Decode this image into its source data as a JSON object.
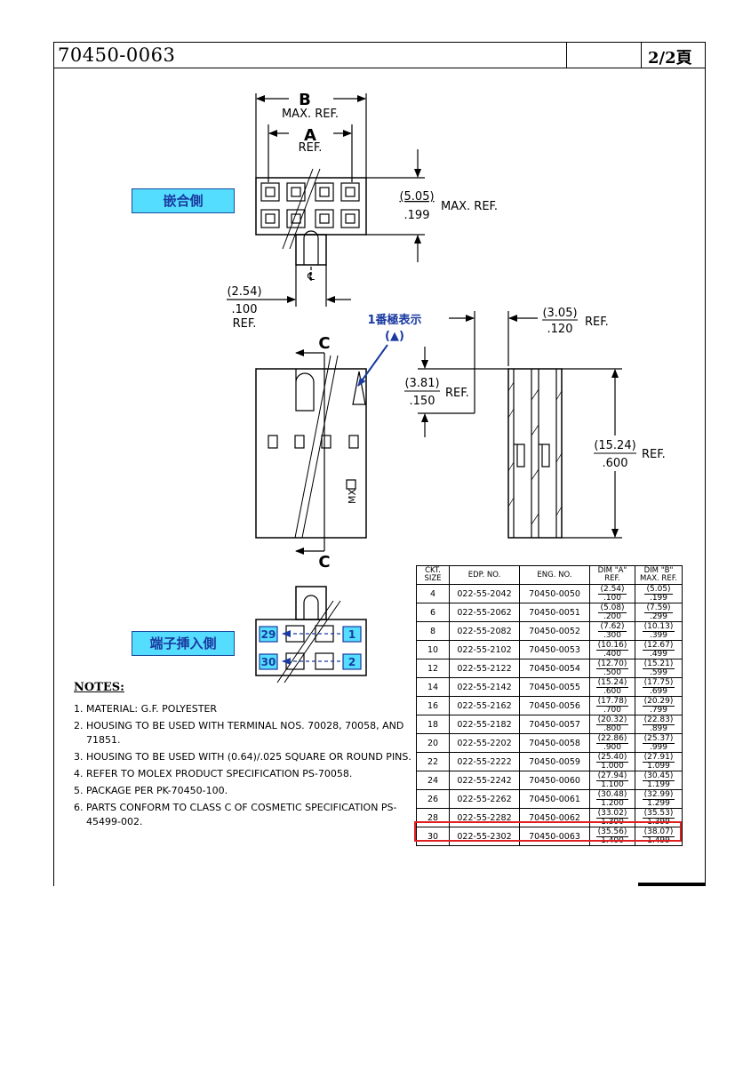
{
  "title": "70450-0063",
  "page_no": "2/2頁",
  "labels": {
    "mating_side": "嵌合側",
    "terminal_side": "端子挿入側",
    "pin1_line1": "1番極表示",
    "pin1_line2": "(▲)"
  },
  "drawing_text": {
    "dim_b": "B",
    "max_ref": "MAX. REF.",
    "dim_a": "A",
    "ref": "REF.",
    "h_mm": "(5.05)",
    "h_in": ".199",
    "h_suffix": "MAX. REF.",
    "pitch_mm": "(2.54)",
    "pitch_in": ".100",
    "pitch_ref": "REF.",
    "cl": "℄",
    "sec_c": "C",
    "w_mm": "(3.05)",
    "w_in": ".120",
    "w_ref": "REF.",
    "d_mm": "(3.81)",
    "d_in": ".150",
    "d_ref": "REF.",
    "t_mm": "(15.24)",
    "t_in": ".600",
    "t_ref": "REF.",
    "mx": "MX",
    "pin29": "29",
    "pin30": "30",
    "pin1": "1",
    "pin2": "2"
  },
  "notes": {
    "title": "NOTES:",
    "items": [
      {
        "n": "1.",
        "t": "MATERIAL: G.F. POLYESTER"
      },
      {
        "n": "2.",
        "t": "HOUSING TO BE USED WITH TERMINAL NOS. 70028, 70058, AND 71851."
      },
      {
        "n": "3.",
        "t": "HOUSING TO BE USED WITH (0.64)/.025 SQUARE OR ROUND PINS."
      },
      {
        "n": "4.",
        "t": "REFER TO MOLEX PRODUCT SPECIFICATION PS-70058."
      },
      {
        "n": "5.",
        "t": "PACKAGE PER PK-70450-100."
      },
      {
        "n": "6.",
        "t": "PARTS CONFORM TO CLASS C OF COSMETIC SPECIFICATION PS-45499-002."
      }
    ]
  },
  "table": {
    "headers": [
      "CKT. SIZE",
      "EDP. NO.",
      "ENG. NO.",
      "DIM \"A\" REF.",
      "DIM \"B\" MAX. REF."
    ],
    "rows": [
      {
        "ckt": "4",
        "edp": "022-55-2042",
        "eng": "70450-0050",
        "a_mm": "(2.54)",
        "a_in": ".100",
        "b_mm": "(5.05)",
        "b_in": ".199"
      },
      {
        "ckt": "6",
        "edp": "022-55-2062",
        "eng": "70450-0051",
        "a_mm": "(5.08)",
        "a_in": ".200",
        "b_mm": "(7.59)",
        "b_in": ".299"
      },
      {
        "ckt": "8",
        "edp": "022-55-2082",
        "eng": "70450-0052",
        "a_mm": "(7.62)",
        "a_in": ".300",
        "b_mm": "(10.13)",
        "b_in": ".399"
      },
      {
        "ckt": "10",
        "edp": "022-55-2102",
        "eng": "70450-0053",
        "a_mm": "(10.16)",
        "a_in": ".400",
        "b_mm": "(12.67)",
        "b_in": ".499"
      },
      {
        "ckt": "12",
        "edp": "022-55-2122",
        "eng": "70450-0054",
        "a_mm": "(12.70)",
        "a_in": ".500",
        "b_mm": "(15.21)",
        "b_in": ".599"
      },
      {
        "ckt": "14",
        "edp": "022-55-2142",
        "eng": "70450-0055",
        "a_mm": "(15.24)",
        "a_in": ".600",
        "b_mm": "(17.75)",
        "b_in": ".699"
      },
      {
        "ckt": "16",
        "edp": "022-55-2162",
        "eng": "70450-0056",
        "a_mm": "(17.78)",
        "a_in": ".700",
        "b_mm": "(20.29)",
        "b_in": ".799"
      },
      {
        "ckt": "18",
        "edp": "022-55-2182",
        "eng": "70450-0057",
        "a_mm": "(20.32)",
        "a_in": ".800",
        "b_mm": "(22.83)",
        "b_in": ".899"
      },
      {
        "ckt": "20",
        "edp": "022-55-2202",
        "eng": "70450-0058",
        "a_mm": "(22.86)",
        "a_in": ".900",
        "b_mm": "(25.37)",
        "b_in": ".999"
      },
      {
        "ckt": "22",
        "edp": "022-55-2222",
        "eng": "70450-0059",
        "a_mm": "(25.40)",
        "a_in": "1.000",
        "b_mm": "(27.91)",
        "b_in": "1.099"
      },
      {
        "ckt": "24",
        "edp": "022-55-2242",
        "eng": "70450-0060",
        "a_mm": "(27.94)",
        "a_in": "1.100",
        "b_mm": "(30.45)",
        "b_in": "1.199"
      },
      {
        "ckt": "26",
        "edp": "022-55-2262",
        "eng": "70450-0061",
        "a_mm": "(30.48)",
        "a_in": "1.200",
        "b_mm": "(32.99)",
        "b_in": "1.299"
      },
      {
        "ckt": "28",
        "edp": "022-55-2282",
        "eng": "70450-0062",
        "a_mm": "(33.02)",
        "a_in": "1.300",
        "b_mm": "(35.53)",
        "b_in": "1.399"
      },
      {
        "ckt": "30",
        "edp": "022-55-2302",
        "eng": "70450-0063",
        "a_mm": "(35.56)",
        "a_in": "1.400",
        "b_mm": "(38.07)",
        "b_in": "1.499"
      }
    ],
    "highlight_color": "#e02020"
  },
  "colors": {
    "label_fill": "#55ddff",
    "label_text": "#1a3aa0",
    "annotation": "#1a3aa0"
  }
}
